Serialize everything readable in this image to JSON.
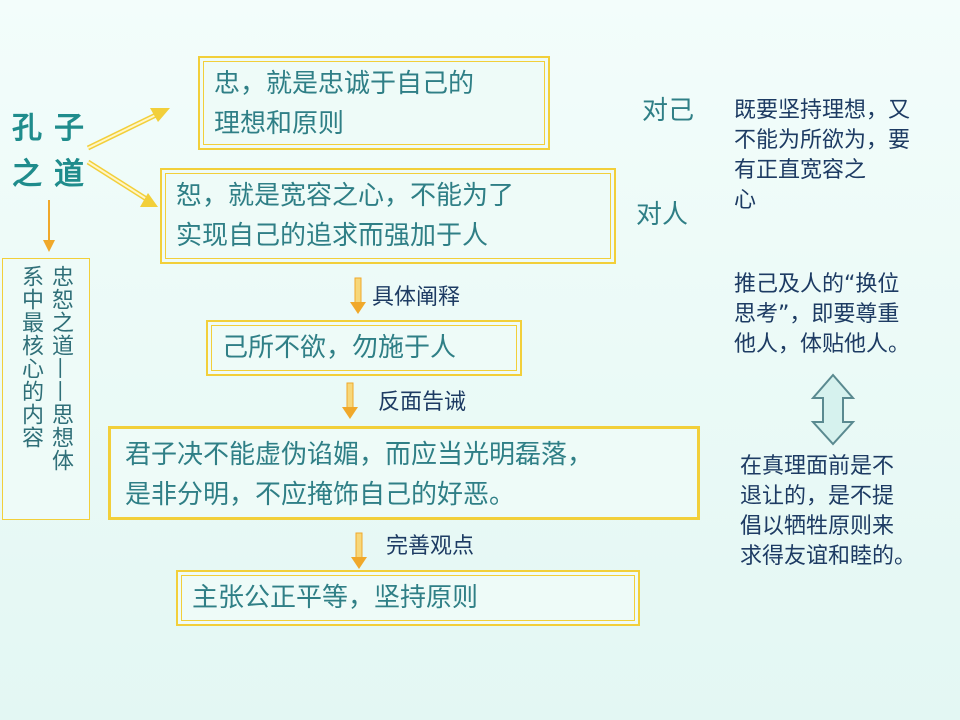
{
  "root": {
    "line1": "孔子",
    "line2": "之道"
  },
  "side_box": {
    "col1": "忠恕之道——思想体",
    "col2": "系中最核心的内容"
  },
  "box_zhong": {
    "line1": "忠，就是忠诚于自己的",
    "line2": "理想和原则"
  },
  "box_shu": {
    "line1": "恕，就是宽容之心，不能为了",
    "line2": "实现自己的追求而强加于人"
  },
  "label_dui_ji": "对己",
  "label_dui_ren": "对人",
  "step1_label": "具体阐释",
  "box_step1": "己所不欲，勿施于人",
  "step2_label": "反面告诫",
  "box_step2": {
    "line1": "君子决不能虚伪谄媚，而应当光明磊落，",
    "line2": "是非分明，不应掩饰自己的好恶。"
  },
  "step3_label": "完善观点",
  "box_step3": "主张公正平等，坚持原则",
  "right_text_1": {
    "line1": "既要坚持理想，又",
    "line2": "不能为所欲为，要",
    "line3": "有正直宽容之",
    "line4": "心"
  },
  "right_text_2": {
    "line1": "推己及人的“换位",
    "line2": "思考”，即要尊重",
    "line3": "他人，体贴他人。"
  },
  "right_text_3": {
    "line1": "在真理面前是不",
    "line2": "退让的，是不提",
    "line3": "倡以牺牲原则来",
    "line4": "求得友谊和睦的。"
  },
  "colors": {
    "border": "#f2cf3a",
    "text_main": "#2f7f86",
    "text_dark": "#1d3b63",
    "arrow": "#f0a82a"
  }
}
